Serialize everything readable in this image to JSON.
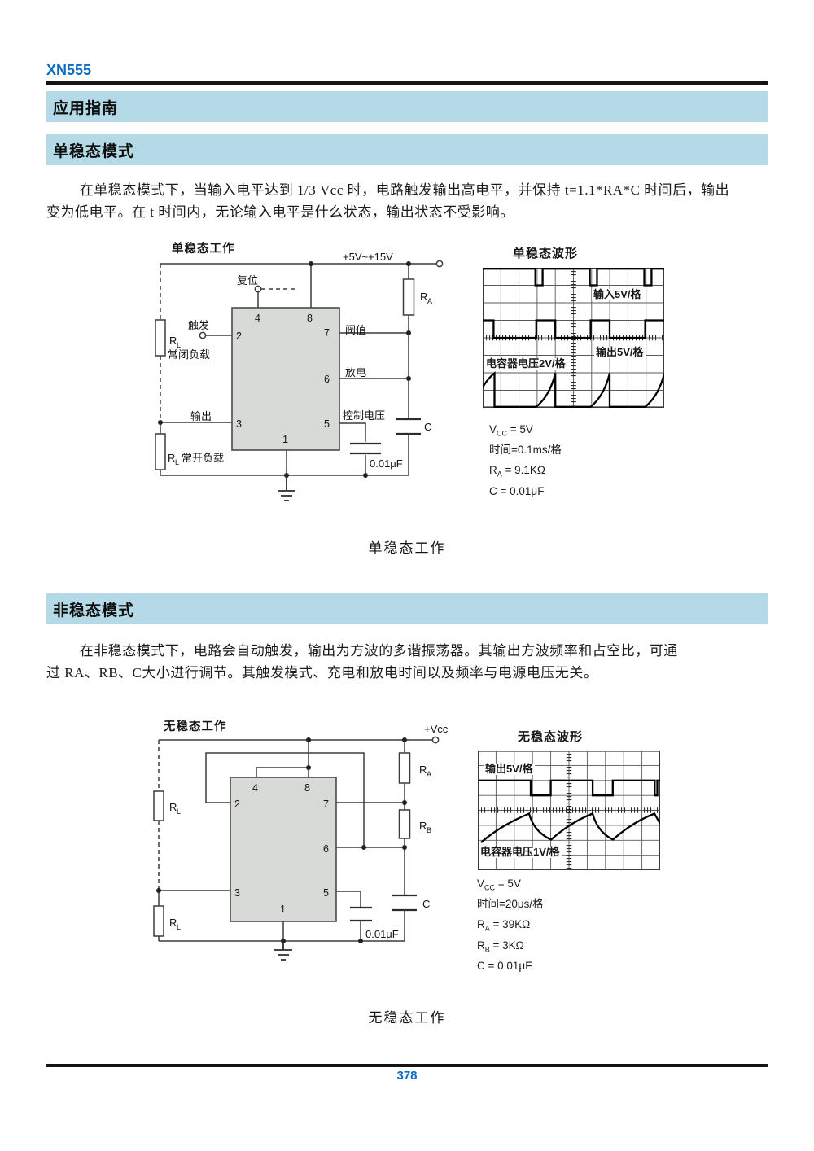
{
  "doc": {
    "code": "XN555",
    "page_number": "378"
  },
  "headings": {
    "h1": "应用指南",
    "h2": "单稳态模式",
    "h3": "非稳态模式"
  },
  "para_mono": {
    "line1": "在单稳态模式下，当输入电平达到 1/3 Vcc 时，电路触发输出高电平，并保持 t=1.1*RA*C 时间后，输出",
    "line2": "变为低电平。在 t 时间内，无论输入电平是什么状态，输出状态不受影响。"
  },
  "para_astable": {
    "line1": "在非稳态模式下，电路会自动触发，输出为方波的多谐振荡器。其输出方波频率和占空比，可通",
    "line2": "过 RA、RB、C大小进行调节。其触发模式、充电和放电时间以及频率与电源电压无关。"
  },
  "captions": {
    "mono": "单稳态工作",
    "astable": "无稳态工作"
  },
  "circuit_mono": {
    "title": "单稳态工作",
    "supply": "+5V~+15V",
    "reset": "复位",
    "trigger": "触发",
    "r_base": "R",
    "r_sub_l": "L",
    "closed_load": "常闭负载",
    "output": "输出",
    "open_load": "常开负载",
    "threshold": "阀值",
    "discharge": "放电",
    "control_voltage": "控制电压",
    "r_sub_a": "A",
    "cap_name": "C",
    "cap_value": "0.01μF",
    "pins": [
      "4",
      "8",
      "2",
      "7",
      "6",
      "3",
      "5",
      "1"
    ]
  },
  "circuit_astable": {
    "title": "无稳态工作",
    "supply": "+Vcc",
    "r_base": "R",
    "r_sub_l": "L",
    "r_sub_a": "A",
    "r_sub_b": "B",
    "cap_name": "C",
    "cap_value": "0.01μF",
    "pins": [
      "4",
      "8",
      "2",
      "7",
      "6",
      "3",
      "5",
      "1"
    ]
  },
  "scope_mono": {
    "title": "单稳态波形",
    "input_label": "输入5V/格",
    "output_label": "输出5V/格",
    "cap_label": "电容器电压2V/格",
    "notes": [
      {
        "pre": "V",
        "sub": "CC",
        "post": " = 5V"
      },
      {
        "pre": "时间=0.1ms/格",
        "sub": "",
        "post": ""
      },
      {
        "pre": "R",
        "sub": "A",
        "post": " = 9.1KΩ"
      },
      {
        "pre": "C = 0.01μF",
        "sub": "",
        "post": ""
      }
    ]
  },
  "scope_astable": {
    "title": "无稳态波形",
    "output_label": "输出5V/格",
    "cap_label": "电容器电压1V/格",
    "notes": [
      {
        "pre": "V",
        "sub": "CC",
        "post": " = 5V"
      },
      {
        "pre": "时间=20μs/格",
        "sub": "",
        "post": ""
      },
      {
        "pre": "R",
        "sub": "A",
        "post": " = 39KΩ"
      },
      {
        "pre": "R",
        "sub": "B",
        "post": " = 3KΩ"
      },
      {
        "pre": "C = 0.01μF",
        "sub": "",
        "post": ""
      }
    ]
  },
  "colors": {
    "accent_blue": "#0b6cc3",
    "band_blue": "#b3dae6"
  }
}
